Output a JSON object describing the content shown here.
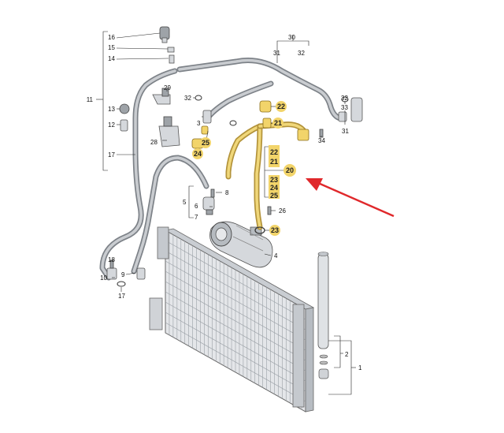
{
  "diagram": {
    "part_labels": {
      "p1": "1",
      "p2": "2",
      "p3": "3",
      "p4": "4",
      "p5": "5",
      "p6": "6",
      "p7": "7",
      "p8": "8",
      "p9": "9",
      "p10": "10",
      "p11": "11",
      "p12": "12",
      "p13": "13",
      "p14": "14",
      "p15": "15",
      "p16": "16",
      "p17a": "17",
      "p17b": "17",
      "p18": "18",
      "p26": "26",
      "p28": "28",
      "p29": "29",
      "p30": "30",
      "p31a": "31",
      "p31b": "31",
      "p32a": "32",
      "p32b": "32",
      "p33": "33",
      "p34": "34"
    },
    "highlighted_labels": {
      "h20": "20",
      "h21a": "21",
      "h21b": "21",
      "h22a": "22",
      "h22b": "22",
      "h23a": "23",
      "h23b": "23",
      "h24a": "24",
      "h24b": "24",
      "h25a": "25",
      "h25b": "25"
    },
    "colors": {
      "highlight_fill": "#f2d46a",
      "highlight_hose": "#b3933a",
      "arrow": "#e0282b",
      "hose": "#7d8288",
      "part": "#d5d8dc"
    }
  }
}
